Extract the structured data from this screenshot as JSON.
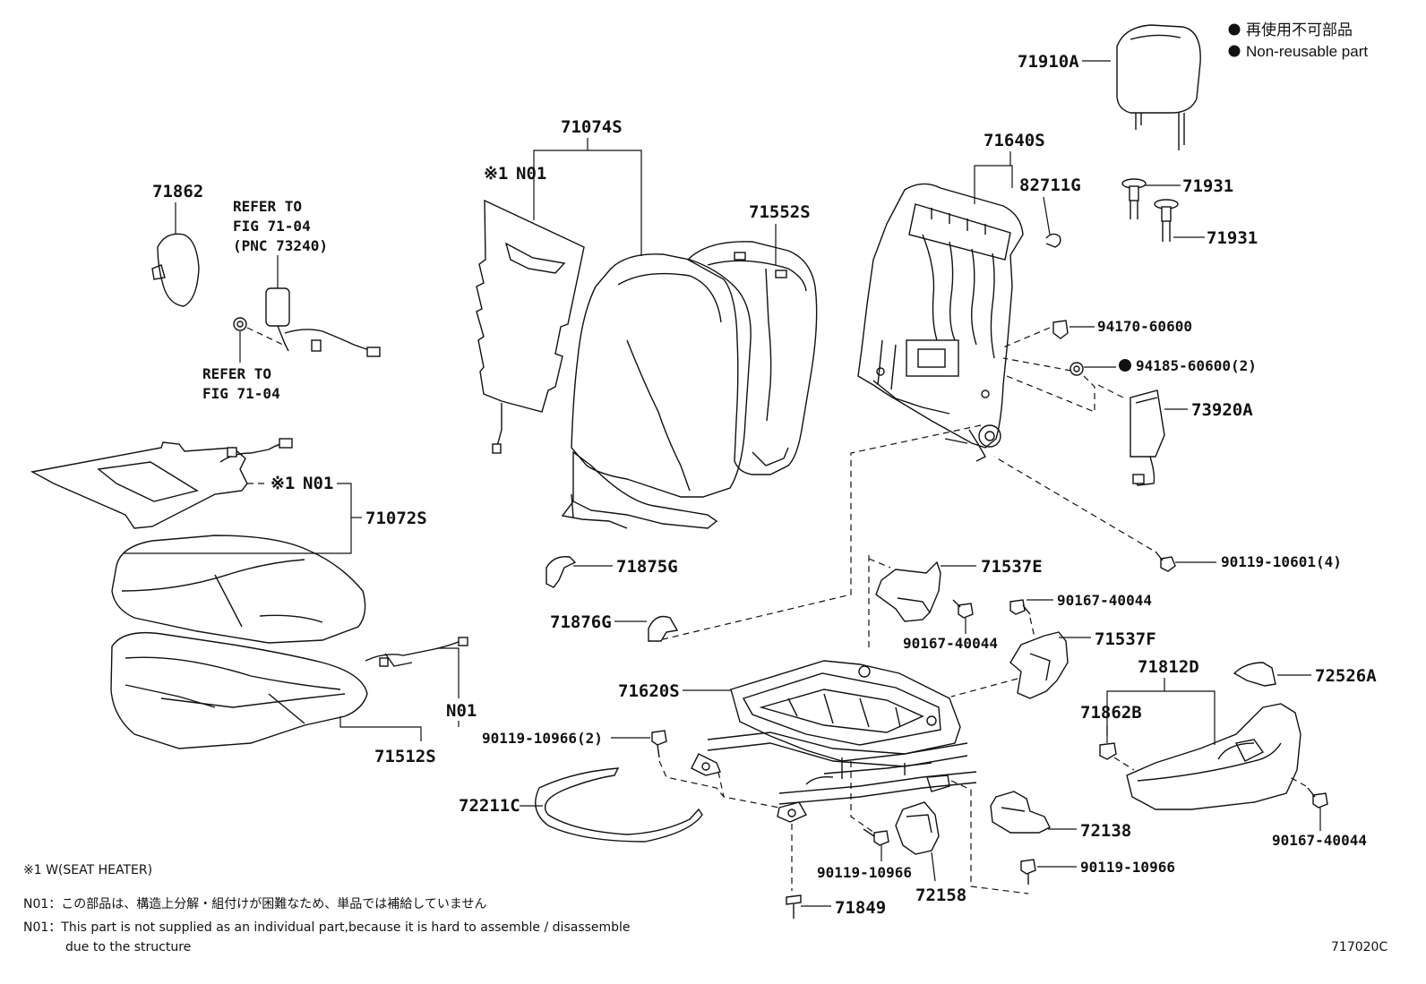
{
  "legend": {
    "marker_jp": "再使用不可部品",
    "marker_en": "Non-reusable part"
  },
  "labels": {
    "p71910A": "71910A",
    "p71074S": "71074S",
    "p71640S": "71640S",
    "p82711G": "82711G",
    "p71931a": "71931",
    "p71931b": "71931",
    "p71862": "71862",
    "p71552S": "71552S",
    "p94170": "94170-60600",
    "p94185": "94185-60600(2)",
    "p73920A": "73920A",
    "n01_top": "N01",
    "n01_mid": "N01",
    "n01_low": "N01",
    "mark1_top": "※1",
    "mark1_mid": "※1",
    "p71072S": "71072S",
    "p71512S": "71512S",
    "p90119_4": "90119-10601(4)",
    "p71875G": "71875G",
    "p71876G": "71876G",
    "p71537E": "71537E",
    "p90167a": "90167-40044",
    "p90167b": "90167-40044",
    "p71537F": "71537F",
    "p71620S": "71620S",
    "p71812D": "71812D",
    "p72526A": "72526A",
    "p71862B": "71862B",
    "p90119_2": "90119-10966(2)",
    "p72211C": "72211C",
    "p72138": "72138",
    "p90119c": "90119-10966",
    "p90119d": "90119-10966",
    "p72158": "72158",
    "p71849": "71849",
    "p90167c": "90167-40044"
  },
  "refer": {
    "belt_line1": "REFER TO",
    "belt_line2": "FIG 71-04",
    "belt_line3": "(PNC 73240)",
    "bolt_line1": "REFER TO",
    "bolt_line2": "FIG 71-04"
  },
  "footnotes": {
    "mark1": "※1 W(SEAT HEATER)",
    "n01_jp": "N01：この部品は、構造上分解・組付けが困難なため、単品では補給していません",
    "n01_en": "N01：This part is not supplied as an individual part,because it is hard to assemble / disassemble",
    "n01_en2": "due to the structure"
  },
  "figure_id": "717020C"
}
